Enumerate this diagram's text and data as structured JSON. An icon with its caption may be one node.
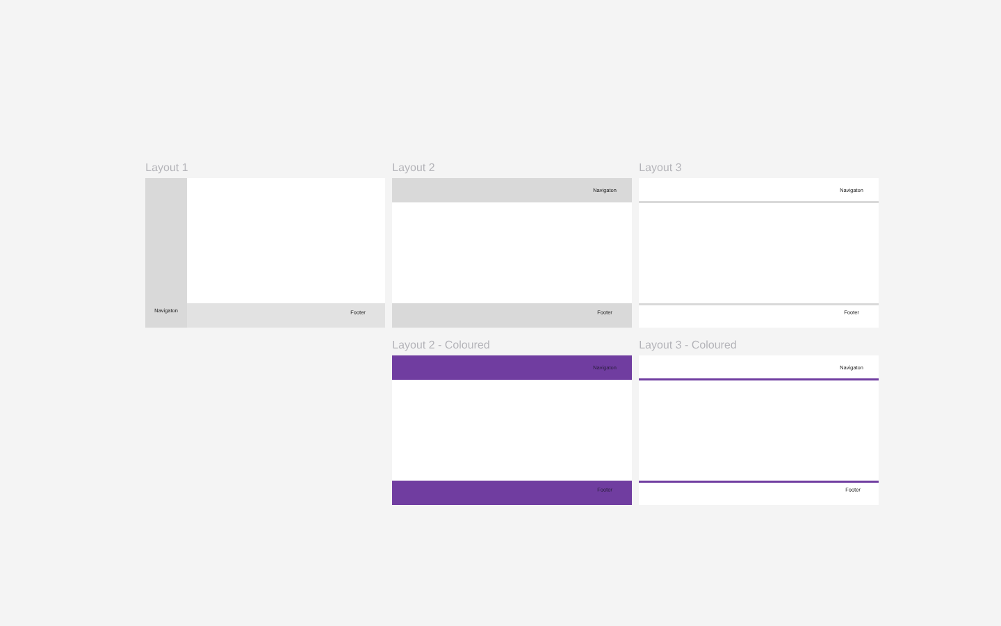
{
  "diagram": {
    "nodes": [
      {
        "text": [
          "Layout 1"
        ]
      },
      {
        "text": [
          "Navigaton"
        ],
        "in": 0
      },
      {
        "text": [
          "Footer"
        ],
        "in": 0
      },
      {
        "text": [
          "Layout 2"
        ]
      },
      {
        "text": [
          "Navigaton"
        ],
        "in": 3
      },
      {
        "text": [
          "Footer"
        ],
        "in": 3
      },
      {
        "text": [
          "Layout 3"
        ]
      },
      {
        "text": [
          "Navigaton"
        ],
        "in": 6
      },
      {
        "text": [
          "Footer"
        ],
        "in": 6
      },
      {
        "text": [
          "Layout 2 - Coloured"
        ]
      },
      {
        "text": [
          "Navigaton"
        ],
        "in": 9
      },
      {
        "text": [
          "Footer"
        ],
        "in": 9
      },
      {
        "text": [
          "Layout 3 - Coloured"
        ]
      },
      {
        "text": [
          "Navigaton"
        ],
        "in": 12
      },
      {
        "text": [
          "Footer"
        ],
        "in": 12
      }
    ]
  }
}
